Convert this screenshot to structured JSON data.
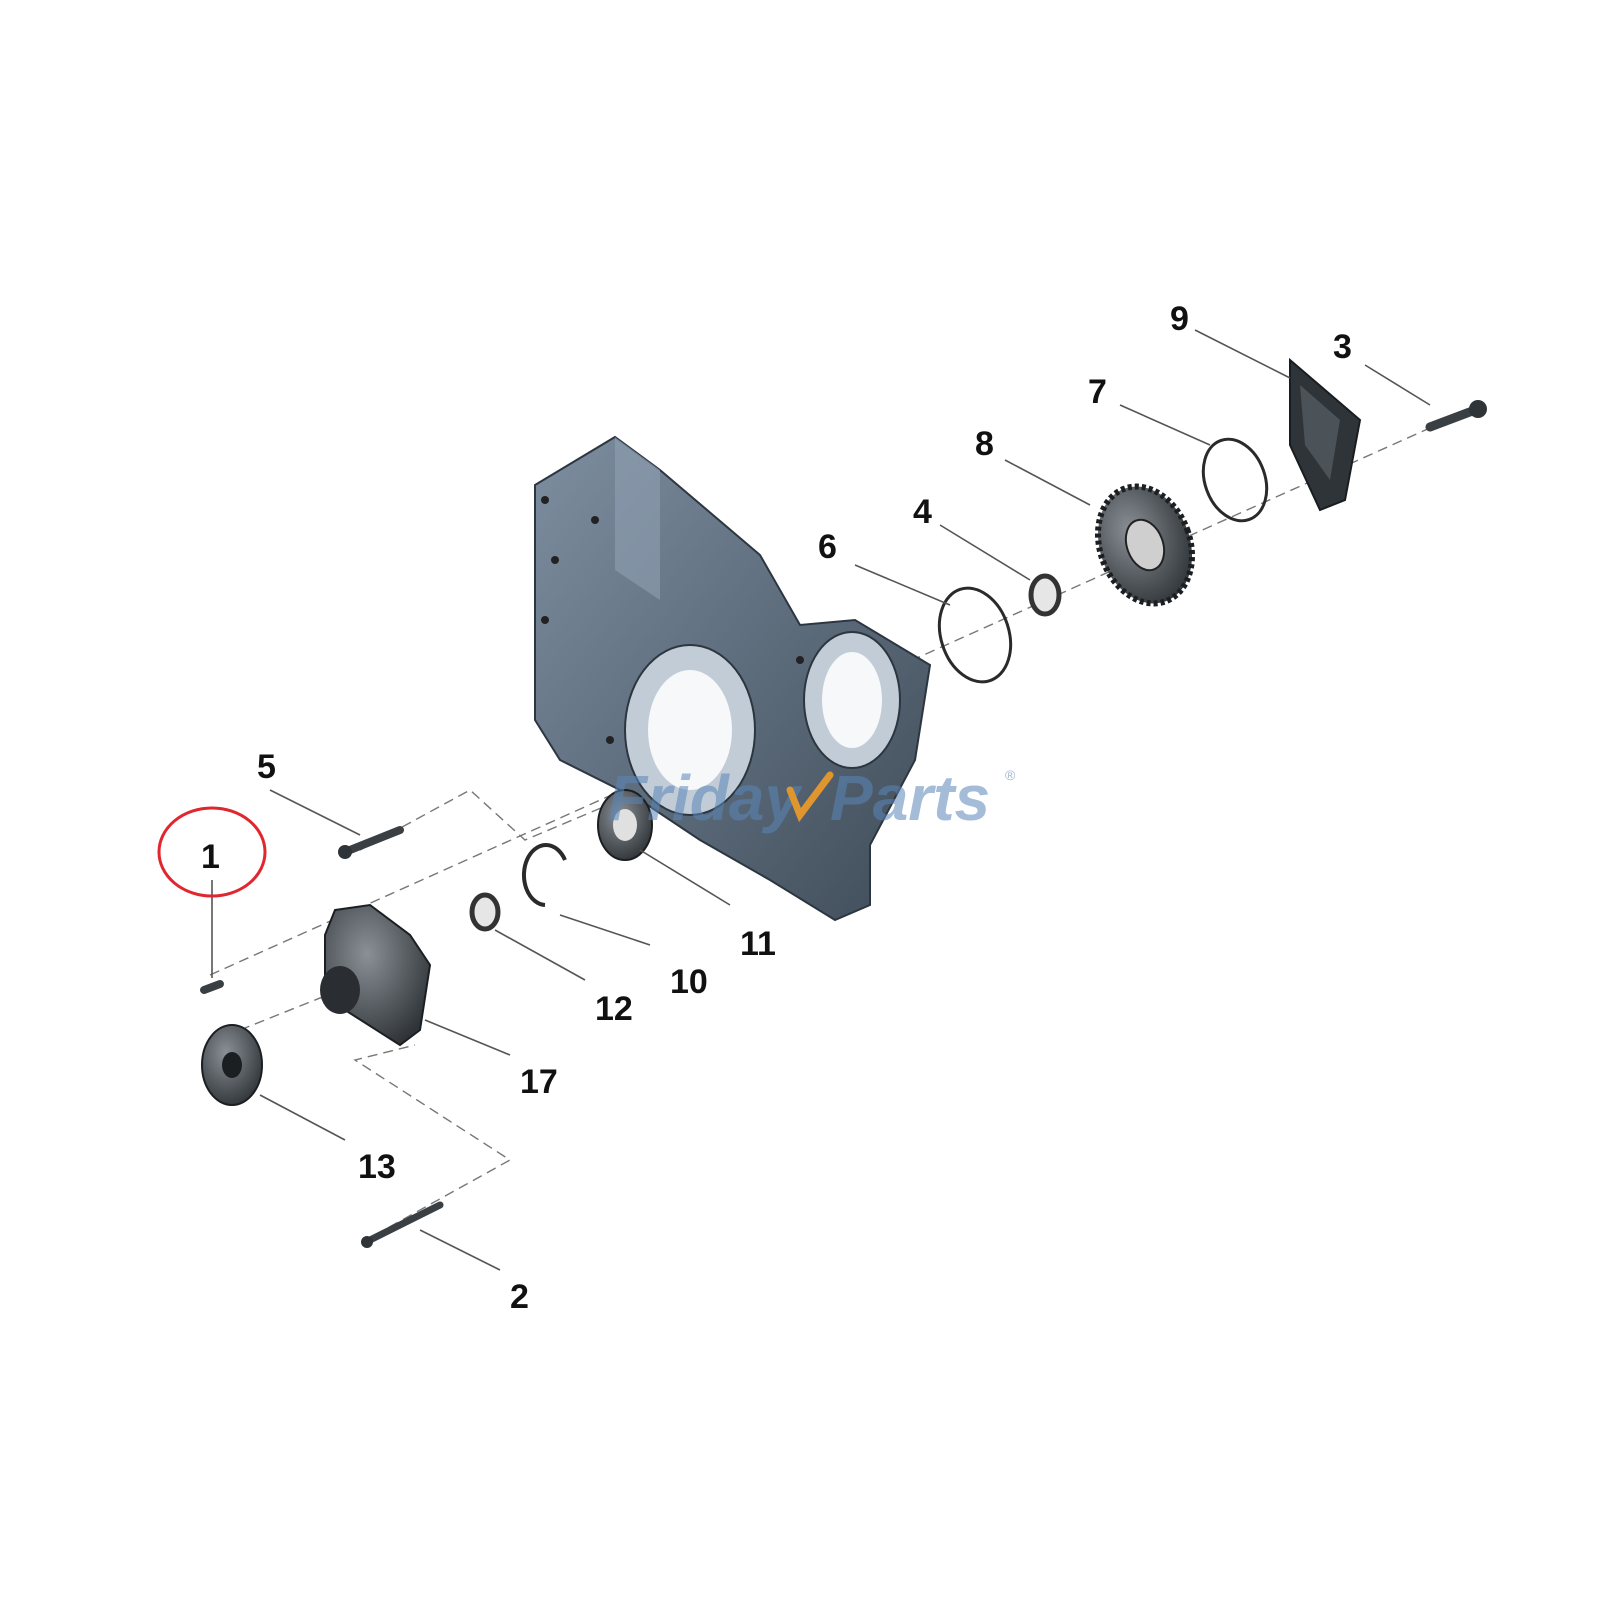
{
  "watermark": {
    "brand_first": "Friday",
    "brand_second": "Parts",
    "mark": "®"
  },
  "callouts": {
    "c1": "1",
    "c2": "2",
    "c3": "3",
    "c4": "4",
    "c5": "5",
    "c6": "6",
    "c7": "7",
    "c8": "8",
    "c9": "9",
    "c10": "10",
    "c11": "11",
    "c12": "12",
    "c13": "13",
    "c17": "17"
  },
  "highlight": {
    "part": "1",
    "color": "#e0262e"
  },
  "colors": {
    "housing": "#4a5968",
    "housing_light": "#6f8091",
    "part_dark": "#3a3f44",
    "watermark": "#5a86b8"
  }
}
